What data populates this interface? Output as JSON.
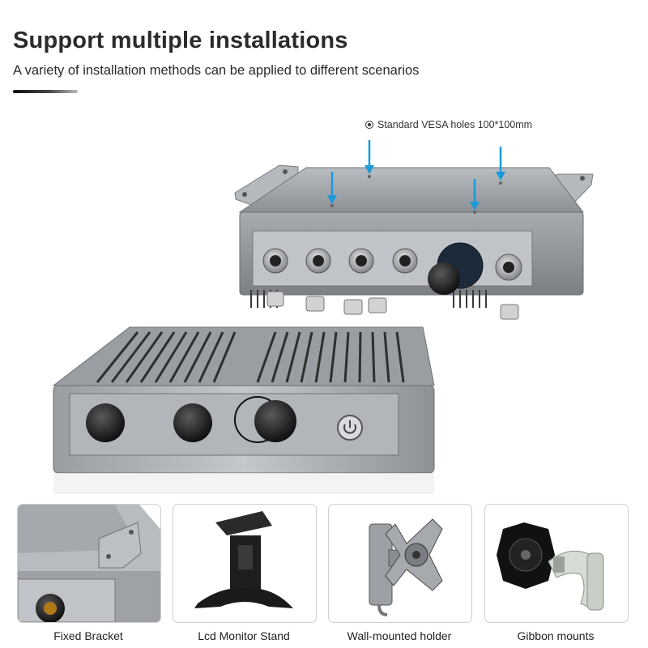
{
  "header": {
    "title": "Support multiple installations",
    "subtitle": "A variety of installation methods can be applied to different scenarios"
  },
  "hero": {
    "vesa_callout": "Standard VESA holes 100*100mm",
    "arrow_color": "#1a9ad8"
  },
  "installations": [
    {
      "label": "Fixed Bracket",
      "icon": "fixed-bracket-image"
    },
    {
      "label": "Lcd Monitor Stand",
      "icon": "monitor-stand-image"
    },
    {
      "label": "Wall-mounted holder",
      "icon": "wall-mount-image"
    },
    {
      "label": "Gibbon mounts",
      "icon": "gibbon-mount-image"
    }
  ]
}
